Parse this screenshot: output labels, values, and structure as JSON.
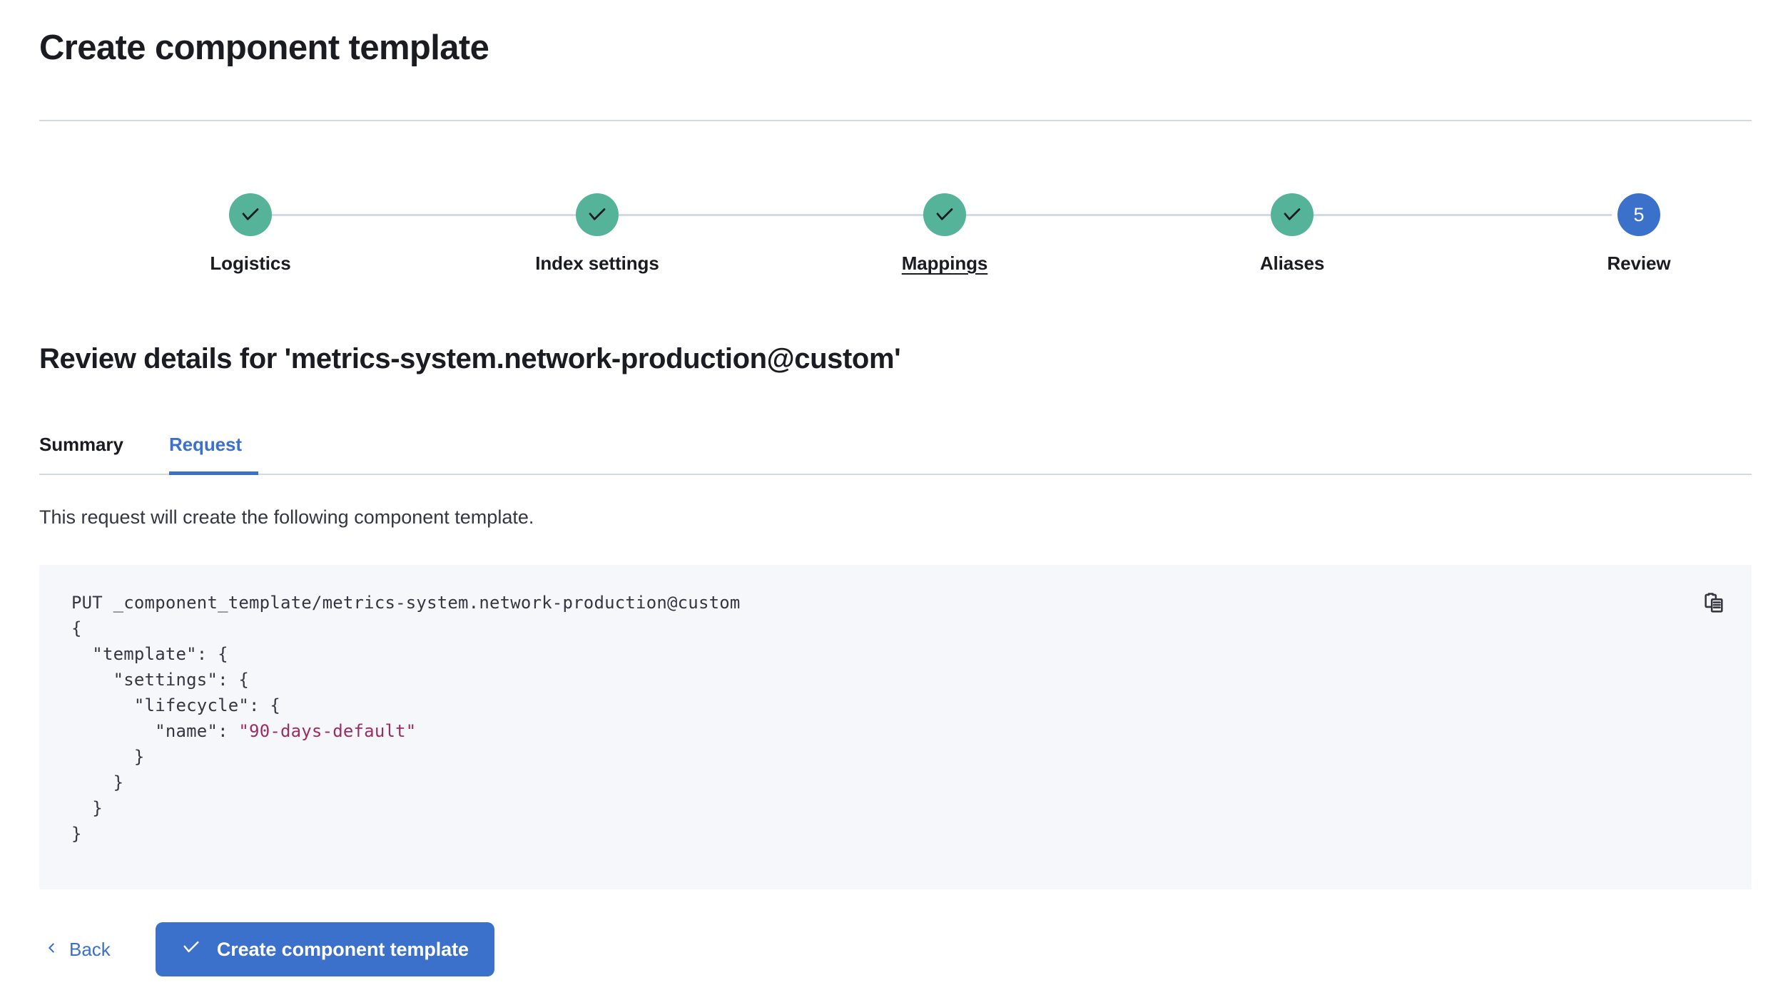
{
  "header": {
    "title": "Create component template"
  },
  "stepper": {
    "steps": [
      {
        "label": "Logistics",
        "state": "complete",
        "icon": "check-icon",
        "number": "1",
        "underlined": false
      },
      {
        "label": "Index settings",
        "state": "complete",
        "icon": "check-icon",
        "number": "2",
        "underlined": false
      },
      {
        "label": "Mappings",
        "state": "complete",
        "icon": "check-icon",
        "number": "3",
        "underlined": true
      },
      {
        "label": "Aliases",
        "state": "complete",
        "icon": "check-icon",
        "number": "4",
        "underlined": false
      },
      {
        "label": "Review",
        "state": "current",
        "icon": "number",
        "number": "5",
        "underlined": false
      }
    ],
    "complete_color": "#54B399",
    "current_color": "#3B71CA",
    "track_color": "#D3DAE6"
  },
  "review": {
    "heading": "Review details for 'metrics-system.network-production@custom'",
    "tabs": [
      {
        "label": "Summary",
        "active": false
      },
      {
        "label": "Request",
        "active": true
      }
    ],
    "description": "This request will create the following component template."
  },
  "code": {
    "copy_icon": "copy-clipboard-icon",
    "lines": [
      {
        "text": "PUT _component_template/metrics-system.network-production@custom"
      },
      {
        "text": "{"
      },
      {
        "text": "  \"template\": {"
      },
      {
        "text": "    \"settings\": {"
      },
      {
        "text": "      \"lifecycle\": {"
      },
      {
        "text": "        \"name\": ",
        "string": "\"90-days-default\""
      },
      {
        "text": "      }"
      },
      {
        "text": "    }"
      },
      {
        "text": "  }"
      },
      {
        "text": "}"
      }
    ],
    "string_color": "#9B2D63",
    "background": "#F5F7FA"
  },
  "footer": {
    "back_label": "Back",
    "back_icon": "chevron-left-icon",
    "submit_label": "Create component template",
    "submit_icon": "check-icon",
    "submit_color": "#3B71CA"
  }
}
